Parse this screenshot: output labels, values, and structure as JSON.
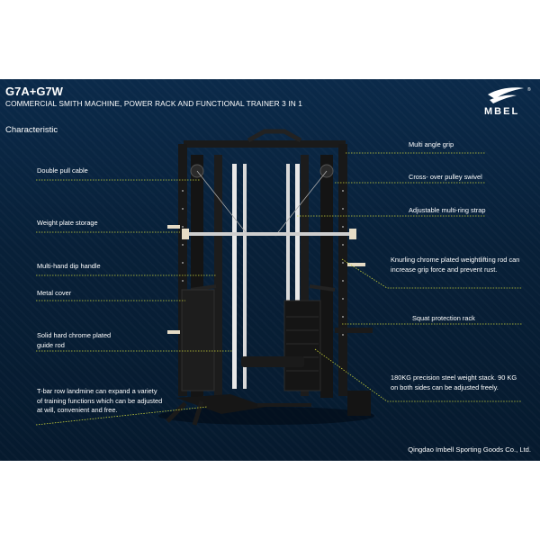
{
  "header": {
    "model": "G7A+G7W",
    "subtitle": "COMMERCIAL SMITH MACHINE, POWER RACK AND FUNCTIONAL TRAINER 3 IN 1",
    "section_title": "Characteristic",
    "brand": "MBEL",
    "registered": "®"
  },
  "features_left": [
    "Double pull cable",
    "Weight plate storage",
    "Multi-hand dip handle",
    "Metal cover",
    "Solid hard chrome plated guide rod",
    "T-bar row landmine can expand a variety of training functions which can be adjusted at will, convenient and free."
  ],
  "features_right": [
    "Multi angle grip",
    "Cross- over pulley swivel",
    "Adjustable multi-ring strap",
    "Knurling chrome plated weightlifting rod can increase grip force and prevent rust.",
    "Squat protection rack",
    "180KG precision steel weight stack. 90 KG on both sides can be adjusted freely."
  ],
  "footer": {
    "company": "Qingdao Imbell Sporting Goods Co., Ltd."
  },
  "colors": {
    "background": "#082038",
    "leader_line": "#c9d23a",
    "text": "#ffffff"
  }
}
